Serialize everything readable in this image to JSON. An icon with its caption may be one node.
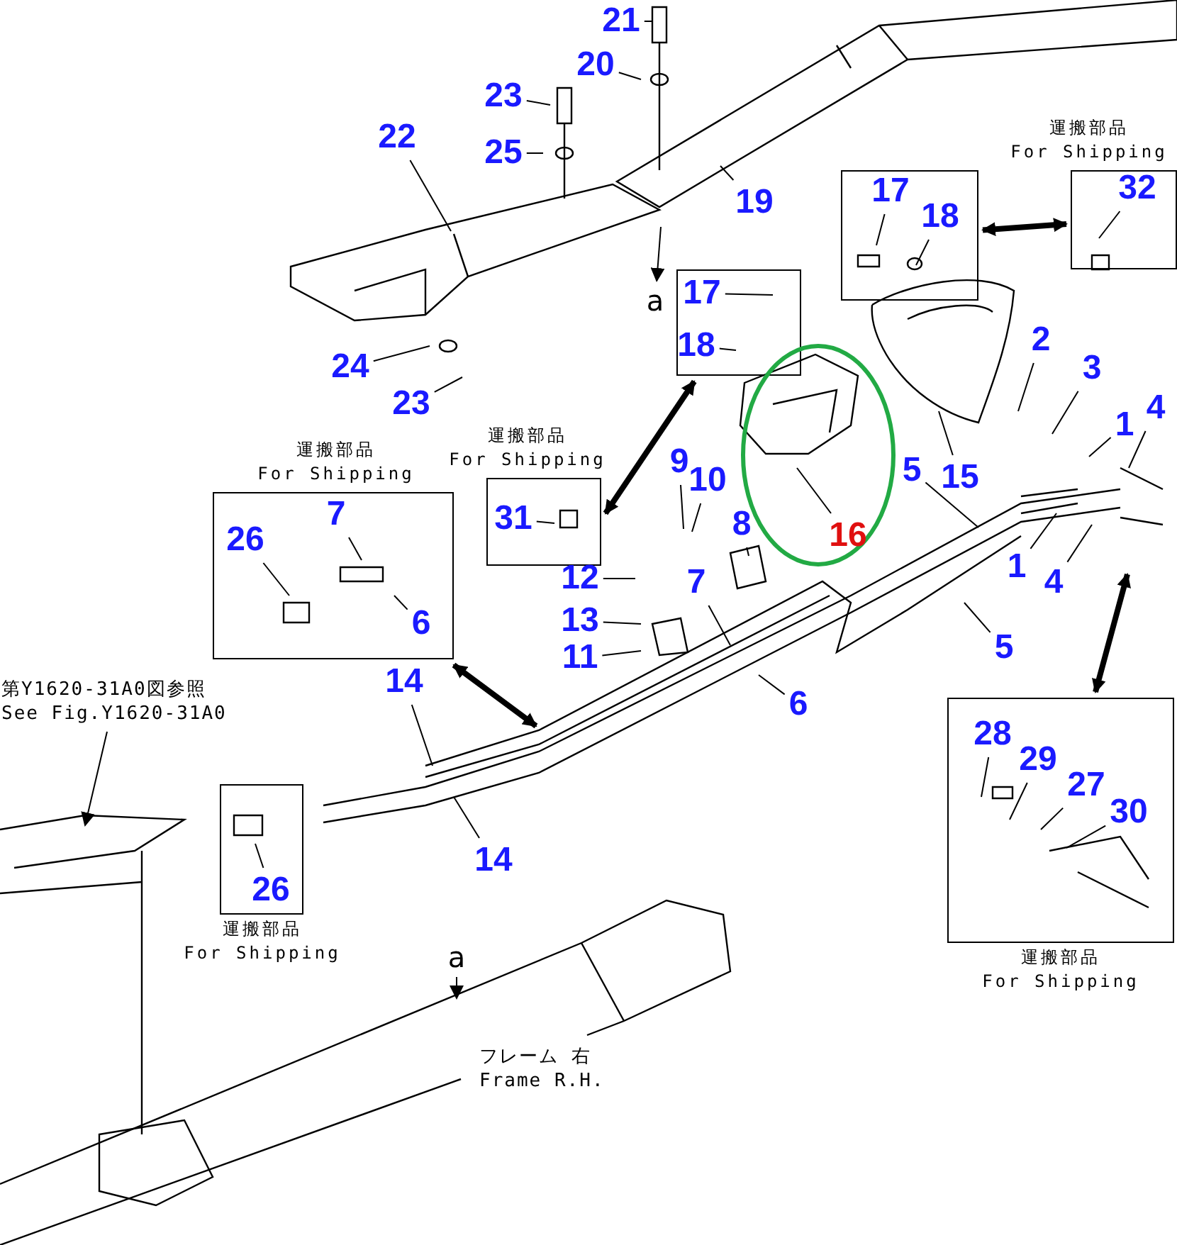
{
  "diagram": {
    "nodes": [
      {
        "text": [
          "21"
        ]
      },
      {
        "text": [
          "20"
        ]
      },
      {
        "text": [
          "23"
        ]
      },
      {
        "text": [
          "22"
        ]
      },
      {
        "text": [
          "25"
        ]
      },
      {
        "text": [
          "19"
        ]
      },
      {
        "text": [
          "運搬部品",
          "For Shipping"
        ]
      },
      {
        "text": [
          "32"
        ],
        "in": 6
      },
      {
        "text": [],
        "shape": "box"
      },
      {
        "text": [
          "17"
        ],
        "in": 8
      },
      {
        "text": [
          "18"
        ],
        "in": 8
      },
      {
        "text": [
          "a"
        ]
      },
      {
        "text": [],
        "shape": "box"
      },
      {
        "text": [
          "17"
        ],
        "in": 12
      },
      {
        "text": [
          "18"
        ],
        "in": 12
      },
      {
        "text": [
          "2"
        ]
      },
      {
        "text": [
          "24"
        ]
      },
      {
        "text": [],
        "shape": "ellipse"
      },
      {
        "text": [
          "16"
        ],
        "in": 17
      },
      {
        "text": [
          "3"
        ]
      },
      {
        "text": [
          "23"
        ]
      },
      {
        "text": [
          "1"
        ]
      },
      {
        "text": [
          "4"
        ]
      },
      {
        "text": [
          "運搬部品",
          "For Shipping"
        ]
      },
      {
        "text": [
          "7"
        ],
        "in": 23
      },
      {
        "text": [
          "26"
        ],
        "in": 23
      },
      {
        "text": [
          "6"
        ],
        "in": 23
      },
      {
        "text": [
          "運搬部品",
          "For Shipping"
        ]
      },
      {
        "text": [
          "31"
        ],
        "in": 27
      },
      {
        "text": [
          "9"
        ]
      },
      {
        "text": [
          "10"
        ]
      },
      {
        "text": [
          "15"
        ]
      },
      {
        "text": [
          "5"
        ]
      },
      {
        "text": [
          "8"
        ]
      },
      {
        "text": [
          "12"
        ]
      },
      {
        "text": [
          "7"
        ]
      },
      {
        "text": [
          "13"
        ]
      },
      {
        "text": [
          "11"
        ]
      },
      {
        "text": [
          "1"
        ]
      },
      {
        "text": [
          "4"
        ]
      },
      {
        "text": [
          "5"
        ]
      },
      {
        "text": [
          "14"
        ]
      },
      {
        "text": [
          "第Y1620-31A0図参照",
          "See Fig.Y1620-31A0"
        ]
      },
      {
        "text": [
          "6"
        ]
      },
      {
        "text": [
          "運搬部品",
          "For Shipping"
        ]
      },
      {
        "text": [
          "28"
        ],
        "in": 44
      },
      {
        "text": [
          "29"
        ],
        "in": 44
      },
      {
        "text": [
          "27"
        ],
        "in": 44
      },
      {
        "text": [
          "30"
        ],
        "in": 44
      },
      {
        "text": [
          "運搬部品",
          "For Shipping"
        ]
      },
      {
        "text": [
          "26"
        ],
        "in": 49
      },
      {
        "text": [
          "14"
        ]
      },
      {
        "text": [
          "a"
        ]
      }
    ],
    "edges": [
      {
        "from": 0,
        "to": null,
        "arrow": "none"
      },
      {
        "from": 1,
        "to": null,
        "arrow": "none"
      },
      {
        "from": 2,
        "to": null,
        "arrow": "none"
      },
      {
        "from": 3,
        "to": null,
        "arrow": "none"
      },
      {
        "from": 4,
        "to": null,
        "arrow": "none"
      },
      {
        "from": 5,
        "to": null,
        "arrow": "none"
      },
      {
        "from": 7,
        "to": null,
        "arrow": "none"
      },
      {
        "from": 9,
        "to": null,
        "arrow": "none"
      },
      {
        "from": 10,
        "to": null,
        "arrow": "none"
      },
      {
        "from": 13,
        "to": null,
        "arrow": "none"
      },
      {
        "from": 14,
        "to": null,
        "arrow": "none"
      },
      {
        "from": 15,
        "to": null,
        "arrow": "none"
      },
      {
        "from": 16,
        "to": null,
        "arrow": "none"
      },
      {
        "from": 18,
        "to": null,
        "arrow": "none"
      },
      {
        "from": 19,
        "to": null,
        "arrow": "none"
      },
      {
        "from": 20,
        "to": null,
        "arrow": "none"
      },
      {
        "from": 21,
        "to": null,
        "arrow": "none"
      },
      {
        "from": 22,
        "to": null,
        "arrow": "none"
      },
      {
        "from": 24,
        "to": null,
        "arrow": "none"
      },
      {
        "from": 25,
        "to": null,
        "arrow": "none"
      },
      {
        "from": 26,
        "to": null,
        "arrow": "none"
      },
      {
        "from": 28,
        "to": null,
        "arrow": "none"
      },
      {
        "from": 29,
        "to": null,
        "arrow": "none"
      },
      {
        "from": 30,
        "to": null,
        "arrow": "none"
      },
      {
        "from": 31,
        "to": null,
        "arrow": "none"
      },
      {
        "from": 32,
        "to": null,
        "arrow": "none"
      },
      {
        "from": 33,
        "to": null,
        "arrow": "none"
      },
      {
        "from": 34,
        "to": null,
        "arrow": "none"
      },
      {
        "from": 35,
        "to": null,
        "arrow": "none"
      },
      {
        "from": 36,
        "to": null,
        "arrow": "none"
      },
      {
        "from": 37,
        "to": null,
        "arrow": "none"
      },
      {
        "from": 38,
        "to": null,
        "arrow": "none"
      },
      {
        "from": 39,
        "to": null,
        "arrow": "none"
      },
      {
        "from": 40,
        "to": null,
        "arrow": "none"
      },
      {
        "from": 41,
        "to": null,
        "arrow": "none"
      },
      {
        "from": 43,
        "to": null,
        "arrow": "none"
      },
      {
        "from": 45,
        "to": null,
        "arrow": "none"
      },
      {
        "from": 46,
        "to": null,
        "arrow": "none"
      },
      {
        "from": 47,
        "to": null,
        "arrow": "none"
      },
      {
        "from": 48,
        "to": null,
        "arrow": "none"
      },
      {
        "from": 50,
        "to": null,
        "arrow": "none"
      },
      {
        "from": 51,
        "to": null,
        "arrow": "none"
      },
      {
        "from": null,
        "to": 11,
        "arrow": "to"
      },
      {
        "from": 52,
        "to": null,
        "arrow": "to"
      },
      {
        "from": 42,
        "to": null,
        "arrow": "to"
      },
      {
        "from": 8,
        "to": 6,
        "arrow": "both",
        "style": "thick"
      },
      {
        "from": 27,
        "to": 12,
        "arrow": "both",
        "style": "thick"
      },
      {
        "from": 23,
        "to": null,
        "arrow": "both",
        "style": "thick"
      },
      {
        "from": null,
        "to": 44,
        "arrow": "both",
        "style": "thick"
      }
    ],
    "labels": [
      "フレーム 右",
      "Frame R.H."
    ]
  }
}
